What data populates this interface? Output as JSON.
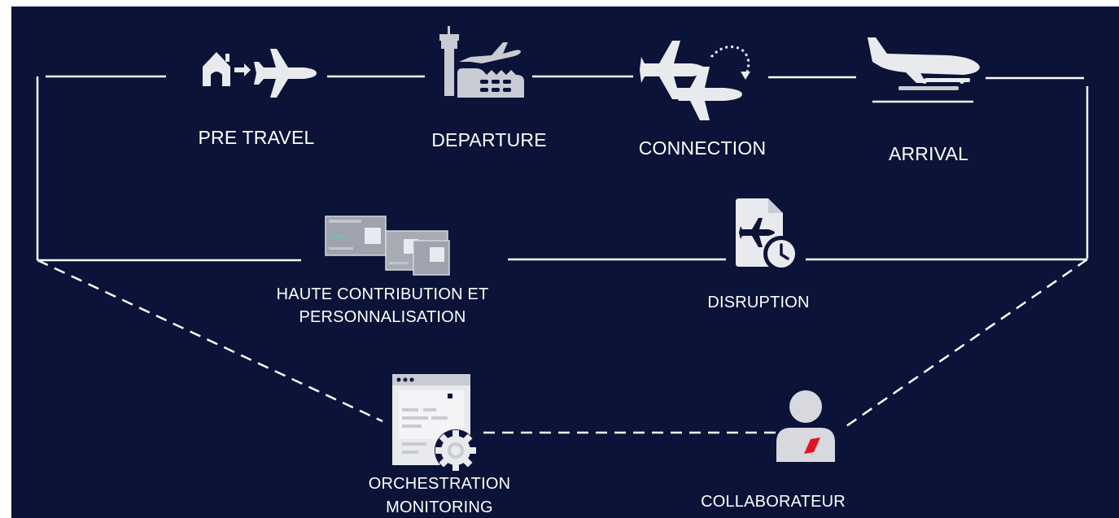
{
  "colors": {
    "background": "#0b1338",
    "line": "#ffffff",
    "icon_light": "#e9eaee",
    "icon_mid": "#c9cbd2",
    "accent_red": "#e0141e"
  },
  "stages": [
    {
      "label": "PRE TRAVEL",
      "icon": "home-to-plane-icon"
    },
    {
      "label": "DEPARTURE",
      "icon": "control-tower-icon"
    },
    {
      "label": "CONNECTION",
      "icon": "connecting-flights-icon"
    },
    {
      "label": "ARRIVAL",
      "icon": "landing-plane-icon"
    }
  ],
  "middle": [
    {
      "label_line1": "HAUTE CONTRIBUTION ET",
      "label_line2": "PERSONNALISATION",
      "icon": "boarding-cards-icon"
    },
    {
      "label": "DISRUPTION",
      "icon": "flight-document-clock-icon"
    }
  ],
  "bottom": [
    {
      "label_line1": "ORCHESTRATION",
      "label_line2": "MONITORING",
      "icon": "dashboard-gear-icon"
    },
    {
      "label": "COLLABORATEUR",
      "icon": "employee-icon"
    }
  ]
}
